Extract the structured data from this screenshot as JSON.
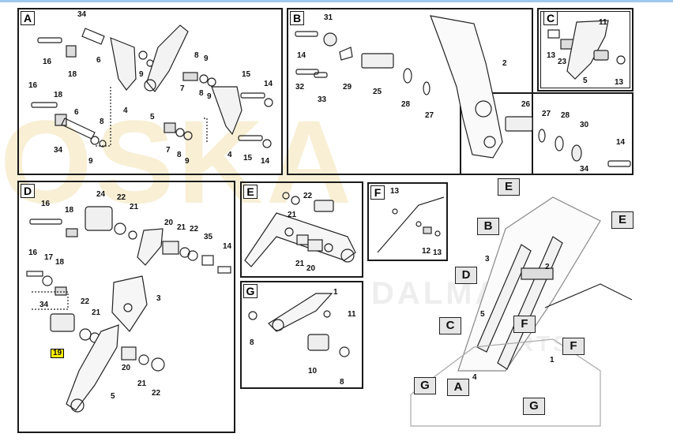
{
  "watermark": {
    "brand": "OSKA",
    "line1": "DALMA",
    "line2": "PARTS"
  },
  "panels": {
    "A": {
      "letter": "A",
      "labels": [
        "34",
        "6",
        "16",
        "18",
        "9",
        "8",
        "9",
        "5",
        "4",
        "7",
        "8",
        "9",
        "15",
        "14",
        "16",
        "18",
        "6",
        "8",
        "34",
        "9",
        "7",
        "8",
        "9",
        "4",
        "15",
        "14"
      ]
    },
    "B": {
      "letter": "B",
      "labels": [
        "31",
        "2",
        "14",
        "29",
        "25",
        "32",
        "33",
        "28",
        "27",
        "26",
        "27",
        "28",
        "30",
        "14",
        "34"
      ]
    },
    "C": {
      "letter": "C",
      "labels": [
        "11",
        "13",
        "23",
        "5",
        "13"
      ]
    },
    "D": {
      "letter": "D",
      "labels": [
        "24",
        "22",
        "16",
        "18",
        "21",
        "20",
        "21",
        "22",
        "35",
        "14",
        "16",
        "17",
        "18",
        "3",
        "34",
        "22",
        "21",
        "20",
        "21",
        "22",
        "5"
      ],
      "highlight": "19"
    },
    "E": {
      "letter": "E",
      "labels": [
        "22",
        "21",
        "21",
        "20"
      ]
    },
    "F": {
      "letter": "F",
      "labels": [
        "13",
        "12",
        "13"
      ]
    },
    "G": {
      "letter": "G",
      "labels": [
        "1",
        "11",
        "8",
        "10",
        "8"
      ]
    }
  },
  "overview": {
    "callouts": [
      "E",
      "E",
      "B",
      "D",
      "C",
      "A",
      "G",
      "G",
      "F",
      "F"
    ],
    "labels": [
      "3",
      "2",
      "5",
      "4",
      "1"
    ]
  },
  "colors": {
    "border": "#1a1a1a",
    "highlight": "#fff200",
    "watermark": "#f3e2b3"
  }
}
